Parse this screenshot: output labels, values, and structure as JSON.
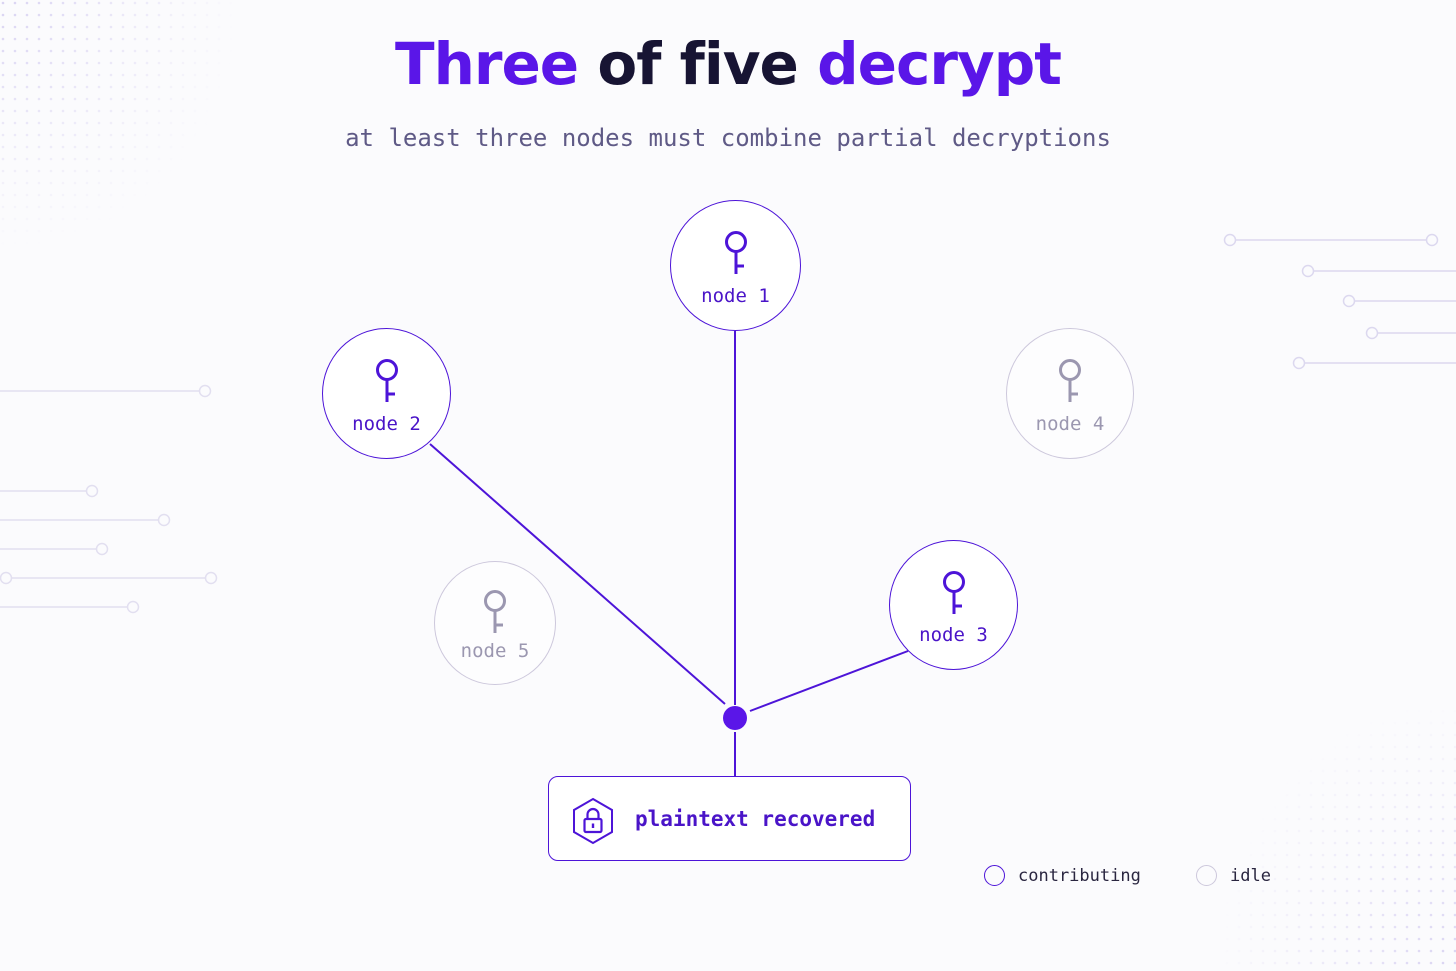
{
  "title": {
    "part1": "Three",
    "part2": "of five",
    "part3": "decrypt"
  },
  "subtitle": "at least three nodes must combine partial decryptions",
  "nodes": [
    {
      "label": "node 1",
      "state": "contributing"
    },
    {
      "label": "node 2",
      "state": "contributing"
    },
    {
      "label": "node 3",
      "state": "contributing"
    },
    {
      "label": "node 4",
      "state": "idle"
    },
    {
      "label": "node 5",
      "state": "idle"
    }
  ],
  "result": {
    "label": "plaintext recovered",
    "icon": "padlock-hexagon-icon"
  },
  "legend": {
    "contributing": "contributing",
    "idle": "idle"
  },
  "colors": {
    "accent": "#5a16e8",
    "idle": "#cdc8dc",
    "ink": "#171433",
    "muted": "#5f5a86"
  }
}
